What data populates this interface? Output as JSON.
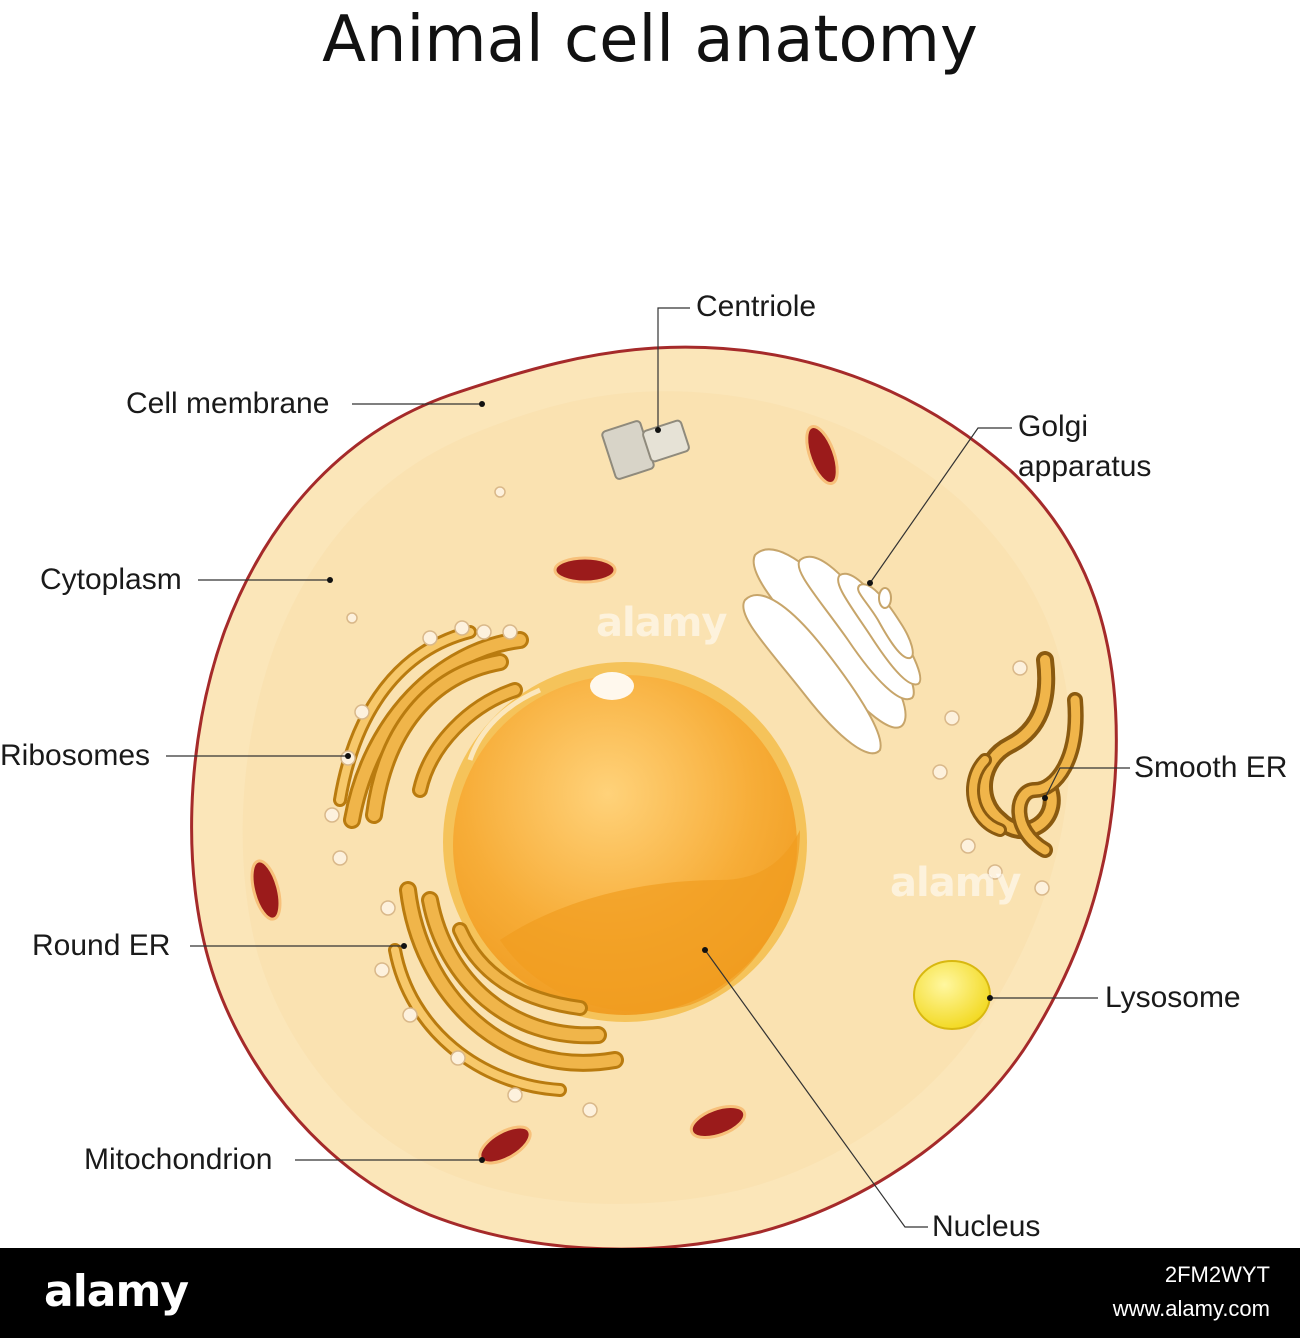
{
  "title": "Animal cell anatomy",
  "labels": {
    "centriole": "Centriole",
    "cell_membrane": "Cell membrane",
    "golgi_line1": "Golgi",
    "golgi_line2": "apparatus",
    "cytoplasm": "Cytoplasm",
    "ribosomes": "Ribosomes",
    "smooth_er": "Smooth ER",
    "round_er": "Round ER",
    "lysosome": "Lysosome",
    "mitochondrion": "Mitochondrion",
    "nucleus": "Nucleus"
  },
  "watermark": "alamy",
  "footer": {
    "brand": "alamy",
    "image_id": "2FM2WYT",
    "url": "www.alamy.com"
  },
  "colors": {
    "membrane": "#a52a2a",
    "cytoplasm": "#fbe6b9",
    "nucleus": "#f5a623",
    "er": "#e3a020",
    "mitochondrion": "#9b1b1b",
    "lysosome": "#f7e13a"
  }
}
